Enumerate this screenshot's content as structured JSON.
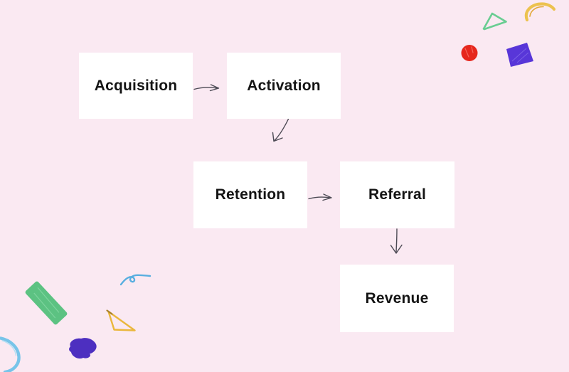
{
  "canvas": {
    "type": "whiteboard-flowchart",
    "background_color": "#FAE9F2",
    "node_background": "#FFFFFF",
    "text_color": "#141414",
    "arrow_color": "#4C4A54"
  },
  "nodes": [
    {
      "id": "acquisition",
      "label": "Acquisition"
    },
    {
      "id": "activation",
      "label": "Activation"
    },
    {
      "id": "retention",
      "label": "Retention"
    },
    {
      "id": "referral",
      "label": "Referral"
    },
    {
      "id": "revenue",
      "label": "Revenue"
    }
  ],
  "connectors": [
    {
      "from": "Acquisition",
      "to": "Activation",
      "direction": "right"
    },
    {
      "from": "Activation",
      "to": "Retention",
      "direction": "down-left"
    },
    {
      "from": "Retention",
      "to": "Referral",
      "direction": "right"
    },
    {
      "from": "Referral",
      "to": "Revenue",
      "direction": "down"
    }
  ],
  "decorations": [
    {
      "name": "green-triangle-doodle",
      "color": "#69CD92"
    },
    {
      "name": "yellow-swoosh-doodle",
      "color": "#ECC24F"
    },
    {
      "name": "red-circle-doodle",
      "color": "#E6271D"
    },
    {
      "name": "purple-square-doodle",
      "color": "#5836D8"
    },
    {
      "name": "green-rectangle-doodle",
      "color": "#5CC282"
    },
    {
      "name": "blue-loop-doodle",
      "color": "#59AFE0"
    },
    {
      "name": "yellow-triangle-doodle",
      "color": "#EAB73C"
    },
    {
      "name": "purple-scribble-doodle",
      "color": "#4D2FC0"
    },
    {
      "name": "blue-arc-doodle",
      "color": "#77C4E9"
    }
  ]
}
